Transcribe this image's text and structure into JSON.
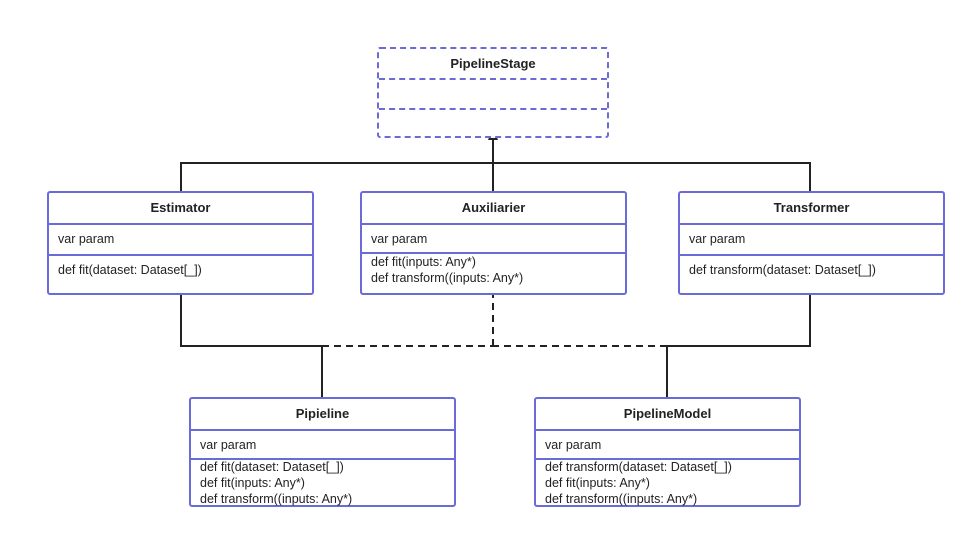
{
  "classes": [
    {
      "id": "PipelineStage",
      "name": "PipelineStage",
      "attributes": [],
      "methods": [],
      "abstract": true
    },
    {
      "id": "Estimator",
      "name": "Estimator",
      "attributes": [
        "var param"
      ],
      "methods": [
        "def fit(dataset: Dataset[_])"
      ]
    },
    {
      "id": "Auxiliarier",
      "name": "Auxiliarier",
      "attributes": [
        "var param"
      ],
      "methods": [
        "def fit(inputs: Any*)",
        "def transform((inputs: Any*)"
      ]
    },
    {
      "id": "Transformer",
      "name": "Transformer",
      "attributes": [
        "var param"
      ],
      "methods": [
        "def transform(dataset: Dataset[_])"
      ]
    },
    {
      "id": "Pipieline",
      "name": "Pipieline",
      "attributes": [
        "var param"
      ],
      "methods": [
        "def fit(dataset: Dataset[_])",
        "def fit(inputs: Any*)",
        "def transform((inputs: Any*)"
      ]
    },
    {
      "id": "PipelineModel",
      "name": "PipelineModel",
      "attributes": [
        "var param"
      ],
      "methods": [
        "def transform(dataset: Dataset[_])",
        "def fit(inputs: Any*)",
        "def transform((inputs: Any*)"
      ]
    }
  ],
  "relations": [
    {
      "from": "Estimator",
      "to": "PipelineStage",
      "type": "inheritance",
      "style": "solid"
    },
    {
      "from": "Auxiliarier",
      "to": "PipelineStage",
      "type": "inheritance",
      "style": "solid"
    },
    {
      "from": "Transformer",
      "to": "PipelineStage",
      "type": "inheritance",
      "style": "solid"
    },
    {
      "from": "Pipieline",
      "to": "Estimator",
      "type": "inheritance",
      "style": "solid"
    },
    {
      "from": "PipelineModel",
      "to": "Transformer",
      "type": "inheritance",
      "style": "solid"
    },
    {
      "from": "Pipieline",
      "to": "Auxiliarier",
      "type": "realization",
      "style": "dashed"
    },
    {
      "from": "PipelineModel",
      "to": "Auxiliarier",
      "type": "realization",
      "style": "dashed"
    }
  ],
  "colors": {
    "box_border": "#6a6ad8",
    "connector": "#222222",
    "text": "#222222"
  }
}
